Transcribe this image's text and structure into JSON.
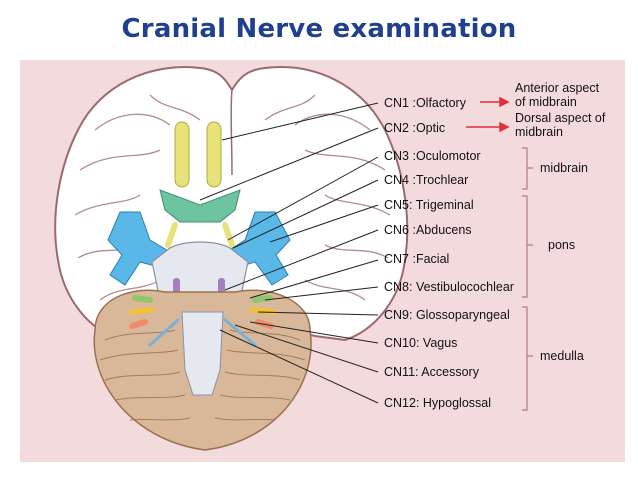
{
  "title": "Cranial Nerve examination",
  "nerves": [
    "CN1 :Olfactory",
    "CN2 :Optic",
    "CN3 :Oculomotor",
    "CN4 :Trochlear",
    "CN5: Trigeminal",
    "CN6 :Abducens",
    "CN7 :Facial",
    "CN8: Vestibulocochlear",
    "CN9: Glossoparyngeal",
    "CN10: Vagus",
    "CN11: Accessory",
    "CN12: Hypoglossal"
  ],
  "arrow_notes": {
    "cn1_line1": "Anterior aspect",
    "cn1_line2": "of midbrain",
    "cn2_line1": "Dorsal aspect of",
    "cn2_line2": "midbrain"
  },
  "groups": {
    "midbrain": "midbrain",
    "pons": "pons",
    "medulla": "medulla"
  },
  "colors": {
    "title": "#1f3f8f",
    "panel": "#f3dadd",
    "arrow": "#e0303a",
    "olfactory": "#e8e27a",
    "optic": "#6fc4a0",
    "trigeminal": "#5ab8e8",
    "cerebellum": "#d9b89a"
  }
}
